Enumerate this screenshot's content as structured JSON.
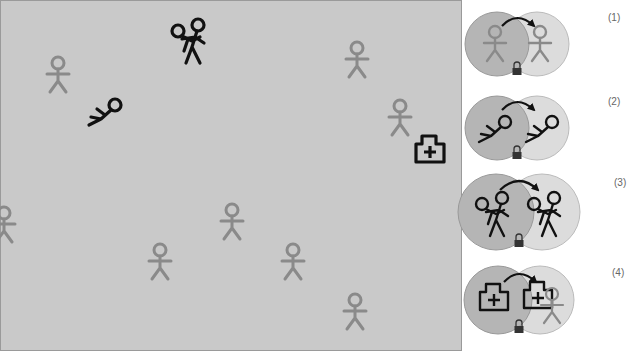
{
  "diagram": {
    "labels": [
      "(1)",
      "(2)",
      "(3)",
      "(4)"
    ]
  }
}
